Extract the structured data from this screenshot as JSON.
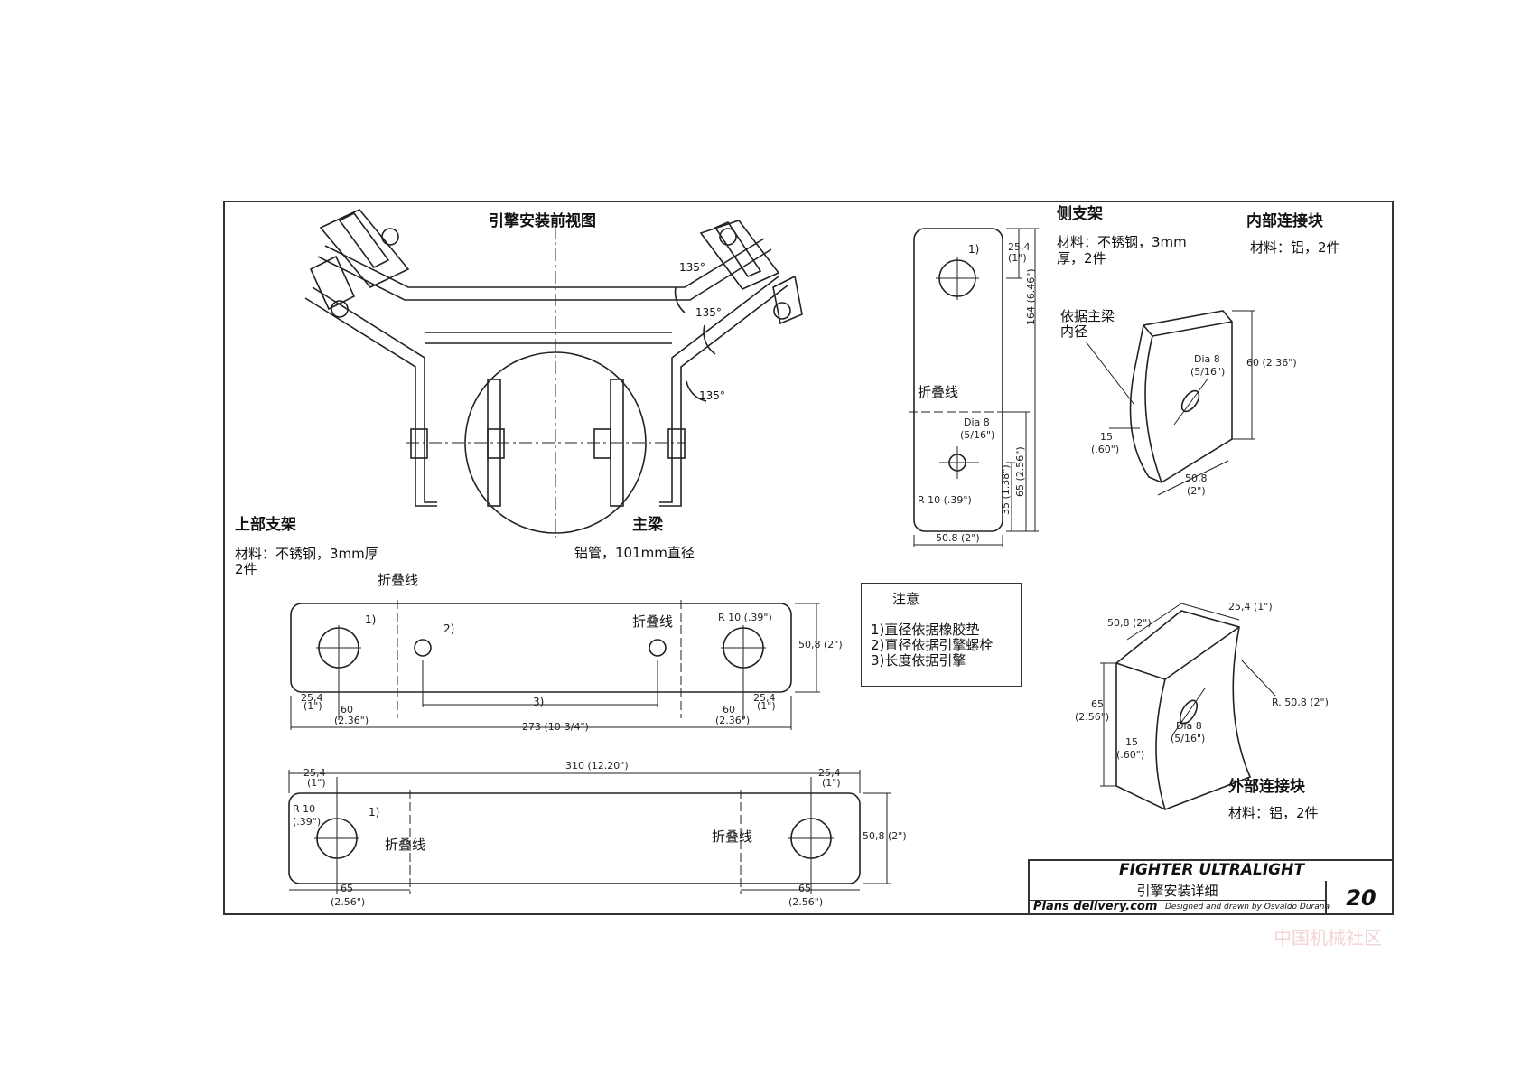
{
  "front_view": {
    "title": "引擎安装前视图",
    "angles": [
      "135°",
      "135°",
      "135°"
    ]
  },
  "upper_bracket": {
    "title": "上部支架",
    "material": "材料：不锈钢，3mm厚",
    "qty": "2件",
    "fold_label": "折叠线",
    "fold_label_2": "折叠线",
    "ann1": "1)",
    "ann2": "2)",
    "ann3": "3)",
    "radius": "R 10 (.39\")",
    "height": "50,8 (2\")",
    "d_left_254": "25,4",
    "d_left_1in": "(1\")",
    "d_left_60": "60",
    "d_left_236": "(2.36\")",
    "d_right_60": "60",
    "d_right_236": "(2.36\")",
    "d_right_254": "25,4",
    "d_right_1in": "(1\")",
    "overall": "273 (10-3/4\")"
  },
  "main_beam": {
    "title": "主梁",
    "material": "铝管，101mm直径"
  },
  "lower_bracket": {
    "overall": "310 (12.20\")",
    "d_left_254": "25,4",
    "d_left_1in": "(1\")",
    "d_right_254": "25,4",
    "d_right_1in": "(1\")",
    "radius_a": "R 10",
    "radius_b": "(.39\")",
    "ann1": "1)",
    "fold_left": "折叠线",
    "fold_right": "折叠线",
    "height": "50,8 (2\")",
    "d_left_65": "65",
    "d_left_256": "(2.56\")",
    "d_right_65": "65",
    "d_right_256": "(2.56\")"
  },
  "side_bracket": {
    "title": "侧支架",
    "material_1": "材料：不锈钢，3mm",
    "material_2": "厚，2件",
    "ann1": "1)",
    "fold_label": "折叠线",
    "dia_a": "Dia 8",
    "dia_b": "(5/16\")",
    "radius": "R 10 (.39\")",
    "width": "50.8 (2\")",
    "top_a": "25,4",
    "top_b": "(1\")",
    "height": "164 (6.46\")",
    "low_a": "65 (2.56\")",
    "low_b": "35 (1.38\")"
  },
  "inner_block": {
    "title": "内部连接块",
    "material": "材料：铝，2件",
    "note_1": "依据主梁",
    "note_2": "内径",
    "dia_a": "Dia 8",
    "dia_b": "(5/16\")",
    "height": "60 (2.36\")",
    "d15_a": "15",
    "d15_b": "(.60\")",
    "width_a": "50,8",
    "width_b": "(2\")"
  },
  "outer_block": {
    "title": "外部连接块",
    "material": "材料：铝，2件",
    "width": "50,8 (2\")",
    "depth": "25,4 (1\")",
    "radius": "R. 50,8 (2\")",
    "h_a": "65",
    "h_b": "(2.56\")",
    "d15_a": "15",
    "d15_b": "(.60\")",
    "dia_a": "Dia 8",
    "dia_b": "(5/16\")"
  },
  "notes": {
    "title": "注意",
    "items": [
      "1)直径依据橡胶垫",
      "2)直径依据引擎螺栓",
      "3)长度依据引擎"
    ]
  },
  "title_block": {
    "title": "FIGHTER ULTRALIGHT",
    "subtitle": "引擎安装详细",
    "site": "Plans delivery.com",
    "credit": "Designed and drawn by Osvaldo Durana",
    "page": "20"
  },
  "watermark": "中国机械社区"
}
